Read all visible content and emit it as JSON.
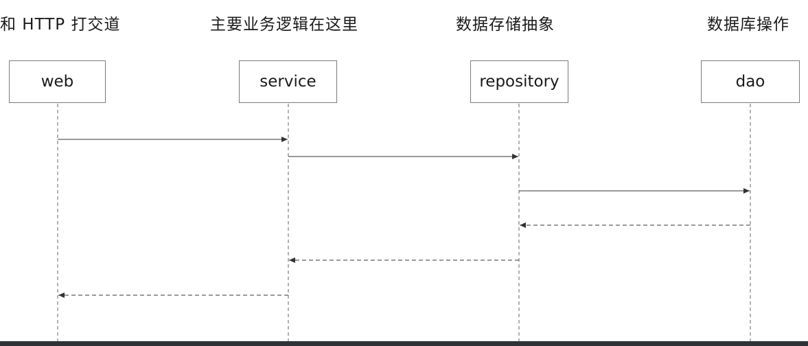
{
  "headings": [
    "和 HTTP 打交道",
    "主要业务逻辑在这里",
    "数据存储抽象",
    "数据库操作"
  ],
  "participants": [
    {
      "id": "web",
      "label": "web"
    },
    {
      "id": "service",
      "label": "service"
    },
    {
      "id": "repository",
      "label": "repository"
    },
    {
      "id": "dao",
      "label": "dao"
    }
  ],
  "messages": [
    {
      "from": "web",
      "to": "service",
      "kind": "call"
    },
    {
      "from": "service",
      "to": "repository",
      "kind": "call"
    },
    {
      "from": "repository",
      "to": "dao",
      "kind": "call"
    },
    {
      "from": "dao",
      "to": "repository",
      "kind": "return"
    },
    {
      "from": "repository",
      "to": "service",
      "kind": "return"
    },
    {
      "from": "service",
      "to": "web",
      "kind": "return"
    }
  ],
  "colors": {
    "line": "#333333",
    "box_border": "#7a7a7a",
    "lifeline": "#666666",
    "bottom_bar": "#2f3337"
  }
}
